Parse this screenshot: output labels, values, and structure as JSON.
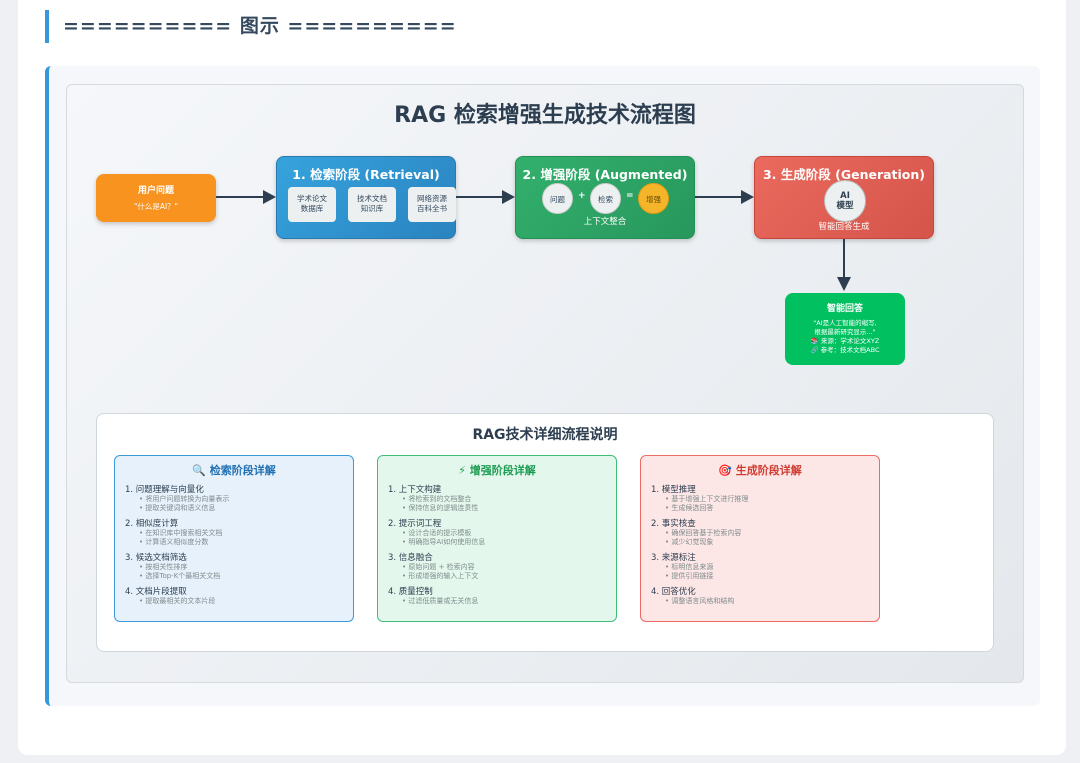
{
  "header": {
    "title": "========== 图示 =========="
  },
  "diagram": {
    "title": "RAG 检索增强生成技术流程图",
    "user_question": {
      "title": "用户问题",
      "text": "\"什么是AI？\""
    },
    "retrieval": {
      "title": "1. 检索阶段 (Retrieval)",
      "sources": [
        [
          "学术论文",
          "数据库"
        ],
        [
          "技术文档",
          "知识库"
        ],
        [
          "网络资源",
          "百科全书"
        ]
      ]
    },
    "augmented": {
      "title": "2. 增强阶段 (Augmented)",
      "a": "问题",
      "plus": "+",
      "b": "检索",
      "eq": "=",
      "c": "增强",
      "caption": "上下文整合"
    },
    "generation": {
      "title": "3. 生成阶段 (Generation)",
      "model": [
        "AI",
        "模型"
      ],
      "caption": "智能回答生成"
    },
    "answer": {
      "title": "智能回答",
      "quote1": "\"AI是人工智能的缩写,",
      "quote2": "根据最新研究显示...\"",
      "source": "📚 来源：学术论文XYZ",
      "ref": "🔗 参考：技术文档ABC"
    },
    "colors": {
      "question": "#f7931e",
      "retrieval": "#3498db",
      "augmented": "#2eaa6a",
      "generation": "#e45a4f",
      "answer": "#00c060"
    }
  },
  "details": {
    "title": "RAG技术详细流程说明",
    "cards": [
      {
        "icon": "🔍",
        "title": "检索阶段详解",
        "sections": [
          {
            "h": "1. 问题理解与向量化",
            "items": [
              "• 将用户问题转换为向量表示",
              "• 提取关键词和语义信息"
            ]
          },
          {
            "h": "2. 相似度计算",
            "items": [
              "• 在知识库中搜索相关文档",
              "• 计算语义相似度分数"
            ]
          },
          {
            "h": "3. 候选文档筛选",
            "items": [
              "• 按相关性排序",
              "• 选择Top-K个最相关文档"
            ]
          },
          {
            "h": "4. 文档片段提取",
            "items": [
              "• 提取最相关的文本片段"
            ]
          }
        ]
      },
      {
        "icon": "⚡",
        "title": "增强阶段详解",
        "sections": [
          {
            "h": "1. 上下文构建",
            "items": [
              "• 将检索到的文档整合",
              "• 保持信息的逻辑连贯性"
            ]
          },
          {
            "h": "2. 提示词工程",
            "items": [
              "• 设计合适的提示模板",
              "• 明确指导AI如何使用信息"
            ]
          },
          {
            "h": "3. 信息融合",
            "items": [
              "• 原始问题 + 检索内容",
              "• 形成增强的输入上下文"
            ]
          },
          {
            "h": "4. 质量控制",
            "items": [
              "• 过滤低质量或无关信息"
            ]
          }
        ]
      },
      {
        "icon": "🎯",
        "title": "生成阶段详解",
        "sections": [
          {
            "h": "1. 模型推理",
            "items": [
              "• 基于增强上下文进行推理",
              "• 生成候选回答"
            ]
          },
          {
            "h": "2. 事实核查",
            "items": [
              "• 确保回答基于检索内容",
              "• 减少幻觉现象"
            ]
          },
          {
            "h": "3. 来源标注",
            "items": [
              "• 标明信息来源",
              "• 提供引用链接"
            ]
          },
          {
            "h": "4. 回答优化",
            "items": [
              "• 调整语言风格和结构"
            ]
          }
        ]
      }
    ]
  }
}
